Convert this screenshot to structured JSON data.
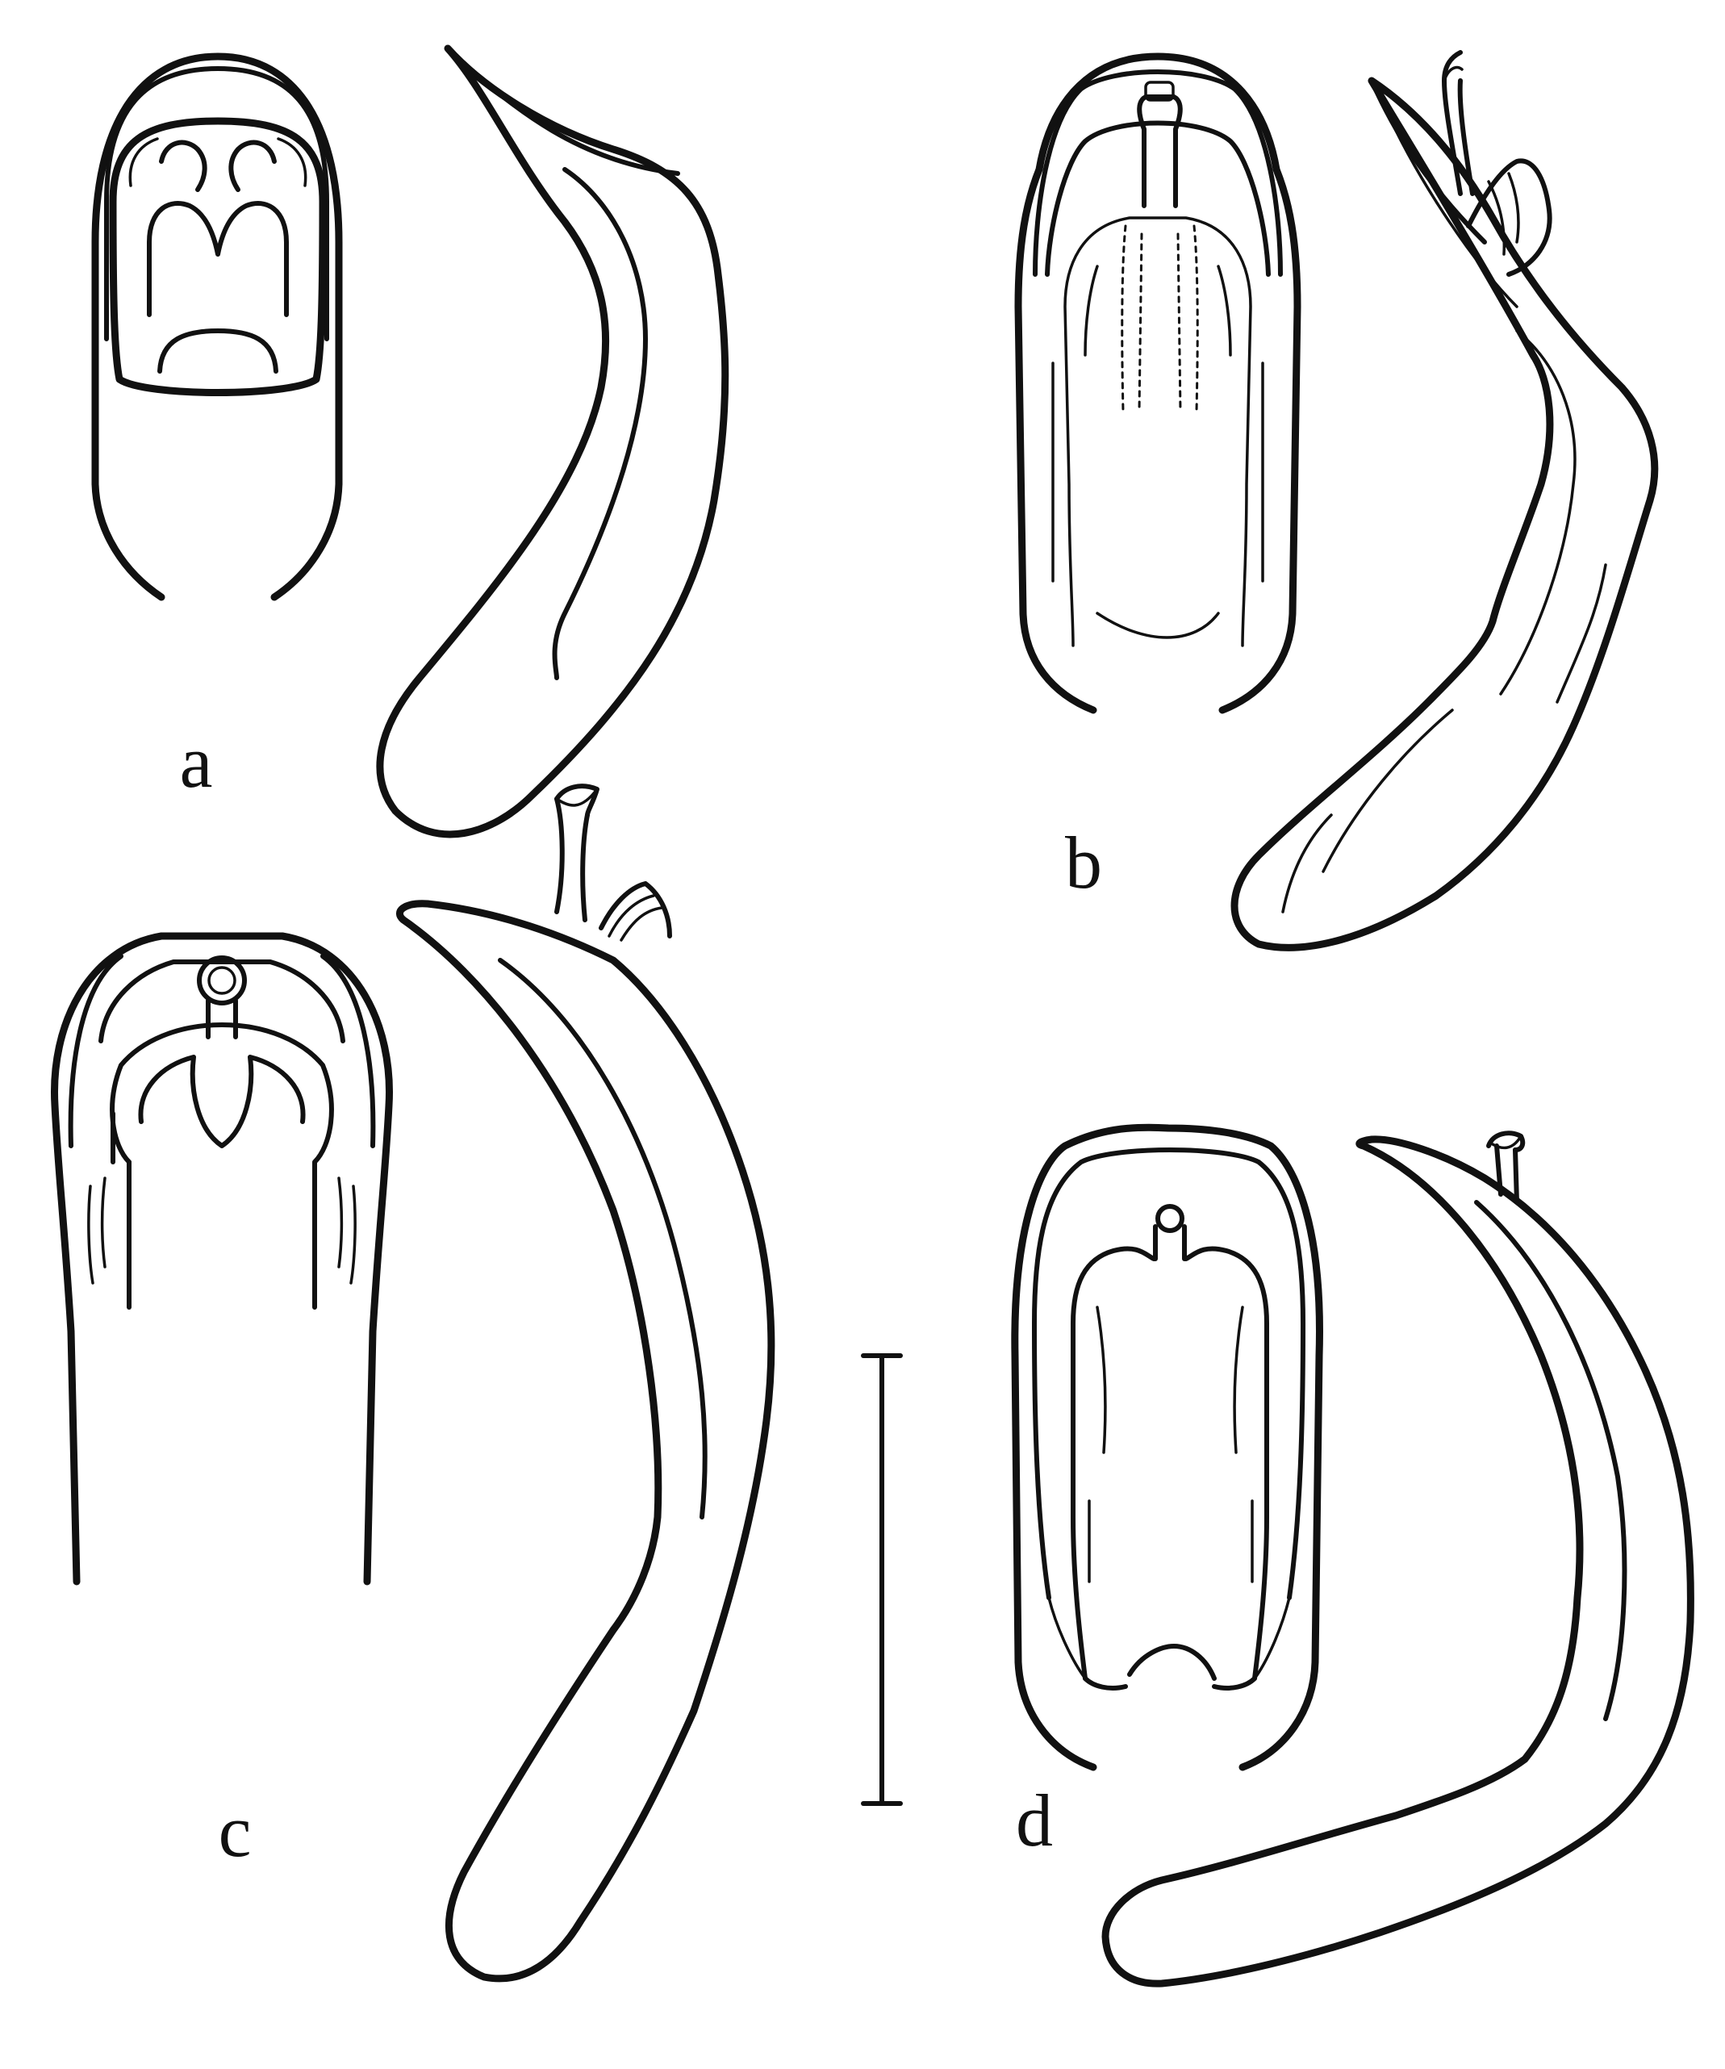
{
  "panels": [
    {
      "label": "a"
    },
    {
      "label": "b"
    },
    {
      "label": "c"
    },
    {
      "label": "d"
    }
  ],
  "colors": {
    "ink": "#111111",
    "background": "#ffffff"
  }
}
